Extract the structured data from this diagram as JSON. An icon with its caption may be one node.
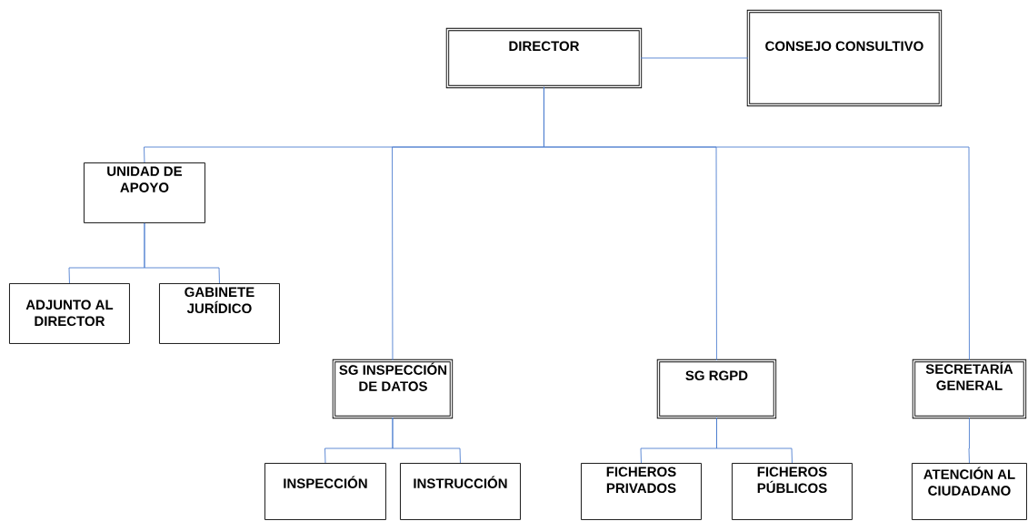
{
  "diagram": {
    "nodes": [
      {
        "text": [
          "DIRECTOR"
        ]
      },
      {
        "text": [
          "CONSEJO CONSULTIVO"
        ]
      },
      {
        "text": [
          "UNIDAD DE APOYO"
        ]
      },
      {
        "text": [
          "ADJUNTO AL DIRECTOR"
        ]
      },
      {
        "text": [
          "GABINETE JURÍDICO"
        ]
      },
      {
        "text": [
          "SG INSPECCIÓN DE DATOS"
        ]
      },
      {
        "text": [
          "INSPECCIÓN"
        ]
      },
      {
        "text": [
          "INSTRUCCIÓN"
        ]
      },
      {
        "text": [
          "SG RGPD"
        ]
      },
      {
        "text": [
          "SECRETARÍA GENERAL"
        ]
      },
      {
        "text": [
          "FICHEROS PRIVADOS"
        ]
      },
      {
        "text": [
          "FICHEROS PÚBLICOS"
        ]
      },
      {
        "text": [
          "ATENCIÓN AL CIUDADANO"
        ]
      }
    ],
    "edges": [
      {
        "from": 0,
        "to": 1,
        "arrow": "none"
      },
      {
        "from": 0,
        "to": 2,
        "arrow": "none"
      },
      {
        "from": 0,
        "to": 5,
        "arrow": "none"
      },
      {
        "from": 0,
        "to": 8,
        "arrow": "none"
      },
      {
        "from": 0,
        "to": 9,
        "arrow": "none"
      },
      {
        "from": 2,
        "to": 3,
        "arrow": "none"
      },
      {
        "from": 2,
        "to": 4,
        "arrow": "none"
      },
      {
        "from": 5,
        "to": 6,
        "arrow": "none"
      },
      {
        "from": 5,
        "to": 7,
        "arrow": "none"
      },
      {
        "from": 8,
        "to": 10,
        "arrow": "none"
      },
      {
        "from": 8,
        "to": 11,
        "arrow": "none"
      },
      {
        "from": 9,
        "to": 12,
        "arrow": "none"
      }
    ]
  }
}
